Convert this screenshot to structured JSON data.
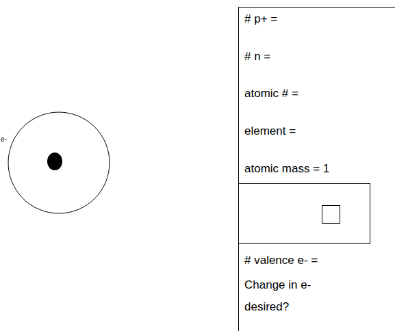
{
  "diagram": {
    "nodes": [
      {
        "text": [
          "# p+ =",
          "# n =",
          "atomic # =",
          "element =",
          "atomic mass = 1",
          "# valence e- =",
          "Change in e- desired?"
        ]
      }
    ],
    "labels": [
      "e-"
    ]
  }
}
